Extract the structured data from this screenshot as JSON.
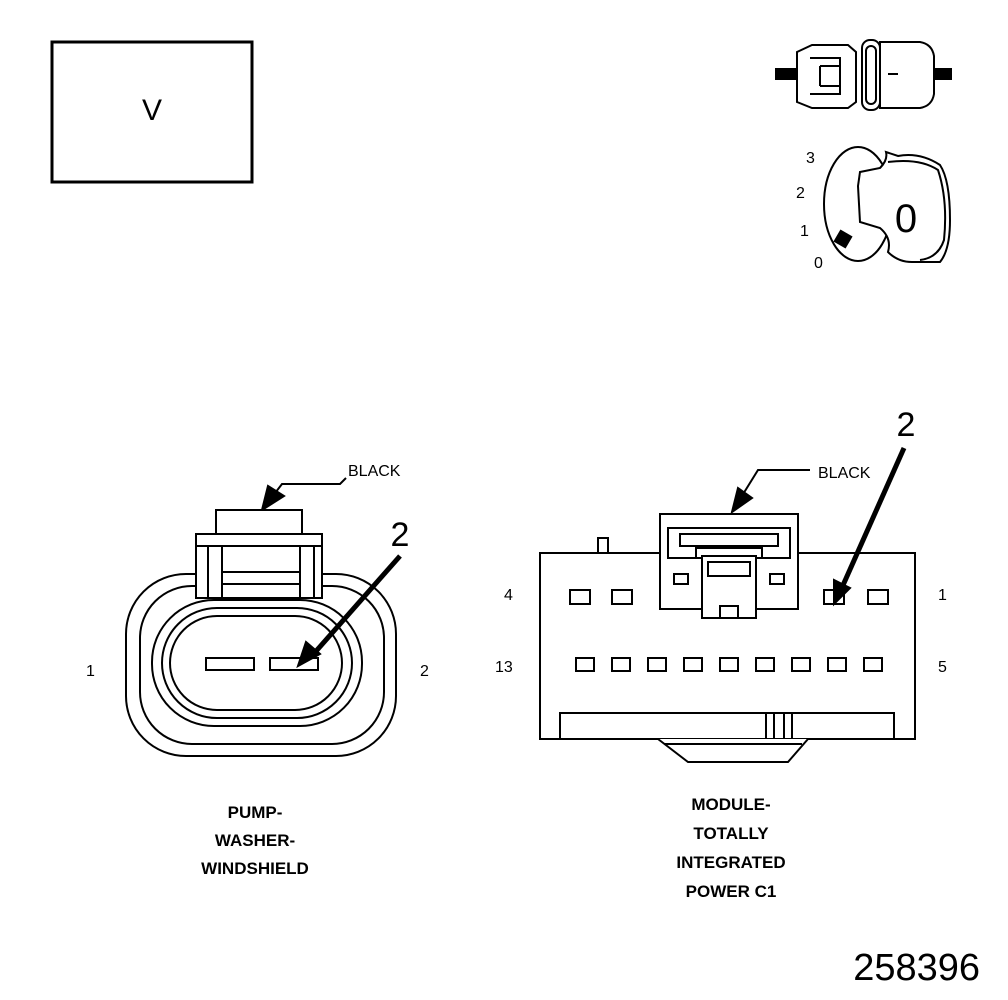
{
  "meter": {
    "mode_symbol": "V"
  },
  "ignition": {
    "positions": [
      "3",
      "2",
      "1",
      "0"
    ],
    "key_position": "0"
  },
  "pump_connector": {
    "color_label": "BLACK",
    "pin_left": "1",
    "pin_right": "2",
    "callout": "2",
    "name_lines": [
      "PUMP-",
      "WASHER-",
      "WINDSHIELD"
    ]
  },
  "module_connector": {
    "color_label": "BLACK",
    "pin_top_left": "4",
    "pin_top_right": "1",
    "pin_bottom_left": "13",
    "pin_bottom_right": "5",
    "callout": "2",
    "name_lines": [
      "MODULE-",
      "TOTALLY",
      "INTEGRATED",
      "POWER C1"
    ]
  },
  "figure_number": "258396"
}
